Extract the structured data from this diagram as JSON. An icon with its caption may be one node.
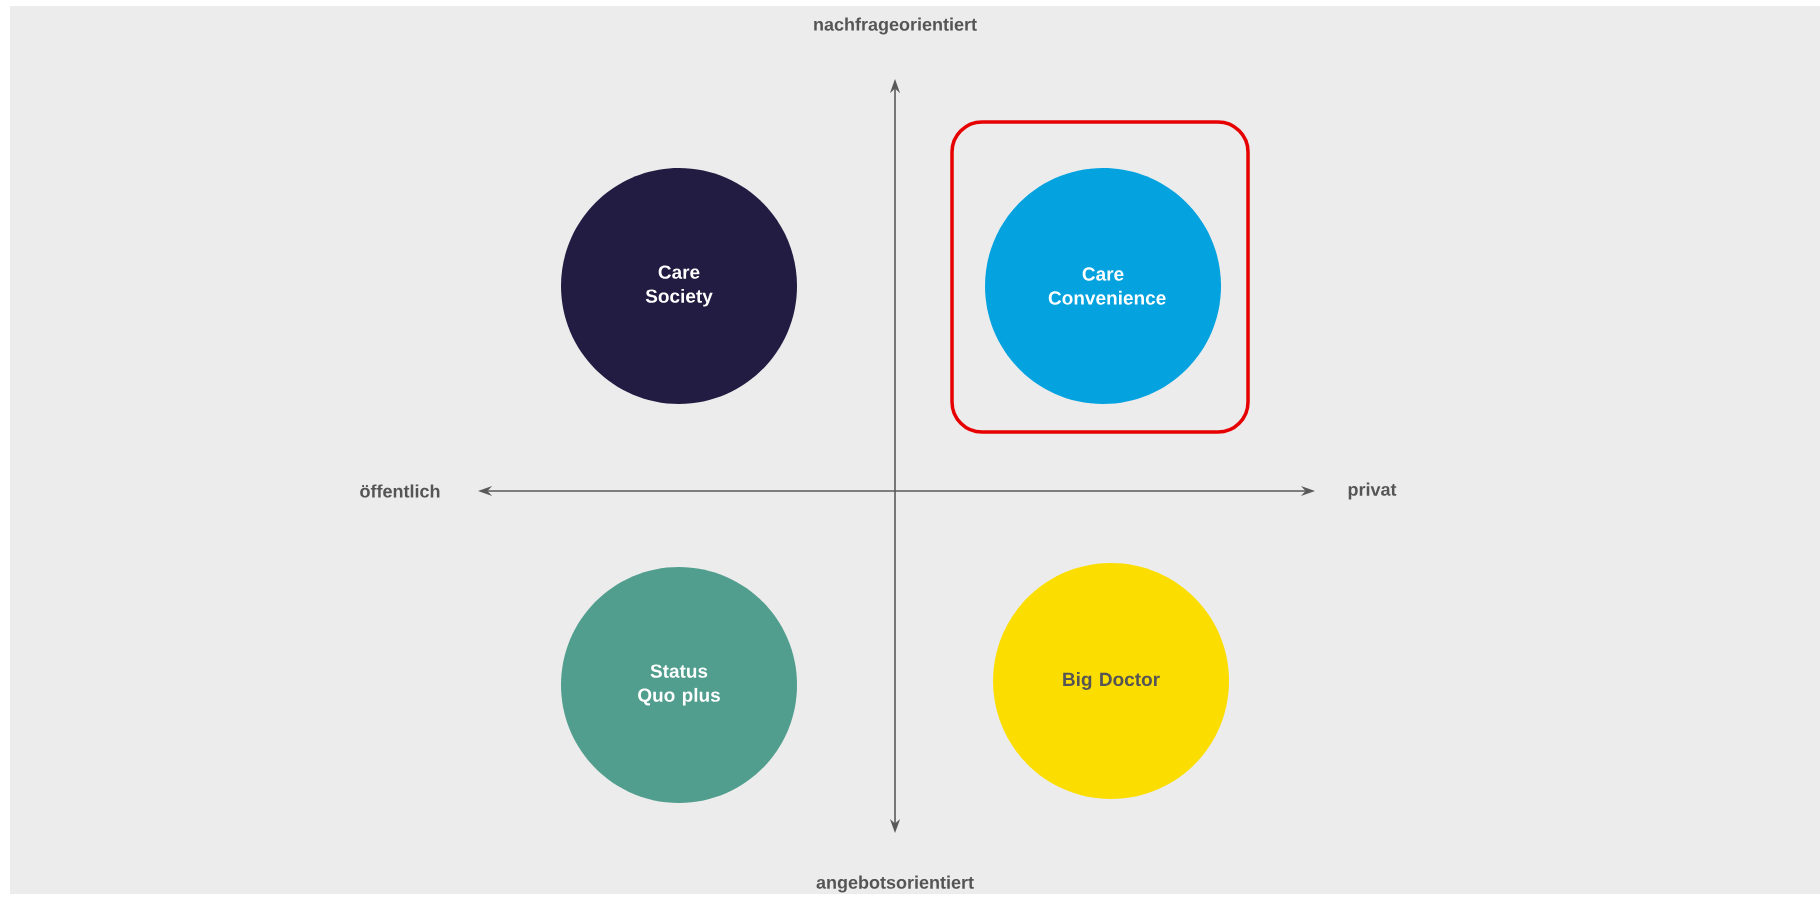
{
  "diagram": {
    "nodes": [
      {
        "text": [
          "Care Society"
        ]
      },
      {
        "text": [],
        "shape": "box"
      },
      {
        "text": [
          "Care Convenience"
        ],
        "in": 1
      },
      {
        "text": [
          "Status Quo plus"
        ]
      },
      {
        "text": [
          "Big Doctor"
        ]
      }
    ],
    "labels": [
      "nachfrageorientiert",
      "öffentlich",
      "privat",
      "angebotsorientiert"
    ]
  }
}
